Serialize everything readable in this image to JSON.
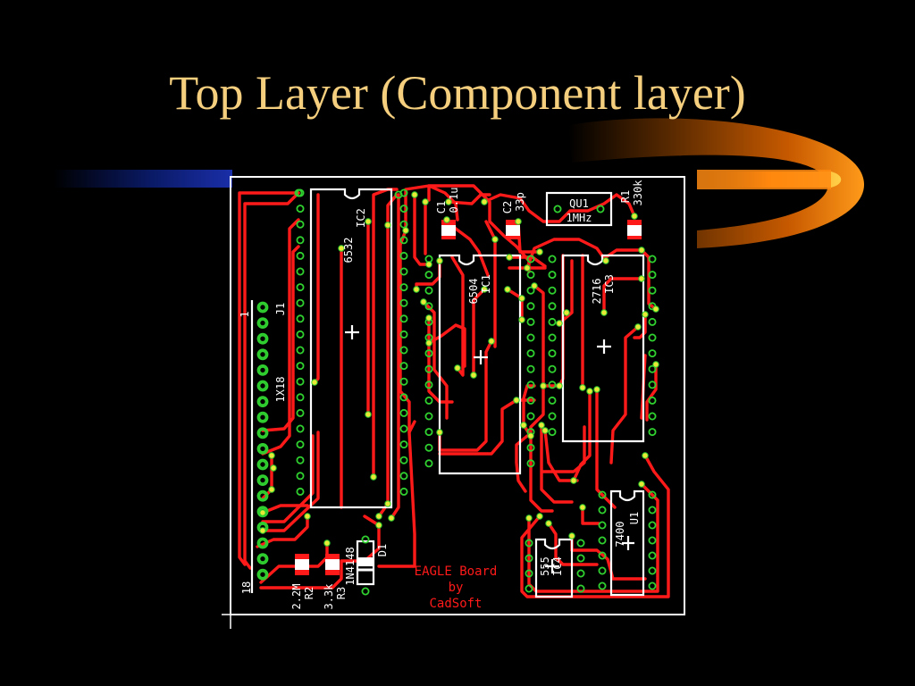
{
  "slide": {
    "title": "Top Layer (Component layer)"
  },
  "colors": {
    "background": "#000000",
    "title": "#f5cf7e",
    "trace": "#ff1a1a",
    "silkscreen": "#ffffff",
    "pad": "#2fd02f",
    "via": "#e8e836",
    "comet": "#ff9a1a"
  },
  "board": {
    "credit": [
      "EAGLE Board",
      "by",
      "CadSoft"
    ],
    "components": {
      "ic2": {
        "name": "IC2",
        "value": "6532"
      },
      "ic1": {
        "name": "IC1",
        "value": "6504"
      },
      "ic3": {
        "name": "IC3",
        "value": "2716"
      },
      "ic4": {
        "name": "IC4",
        "value": "555"
      },
      "u1": {
        "name": "U1",
        "value": "7400"
      },
      "c1": {
        "name": "C1",
        "value": "0.1u"
      },
      "c2": {
        "name": "C2",
        "value": "33p"
      },
      "qu1": {
        "name": "QU1",
        "value": "1MHz"
      },
      "r1": {
        "name": "R1",
        "value": "330k"
      },
      "r2": {
        "name": "R2",
        "value": "2.2M"
      },
      "r3": {
        "name": "R3",
        "value": "3.3k"
      },
      "d1": {
        "name": "D1",
        "value": "1N4148"
      },
      "j1": {
        "name": "J1",
        "value": "1X18",
        "pin_first": "1",
        "pin_last": "18"
      }
    }
  }
}
